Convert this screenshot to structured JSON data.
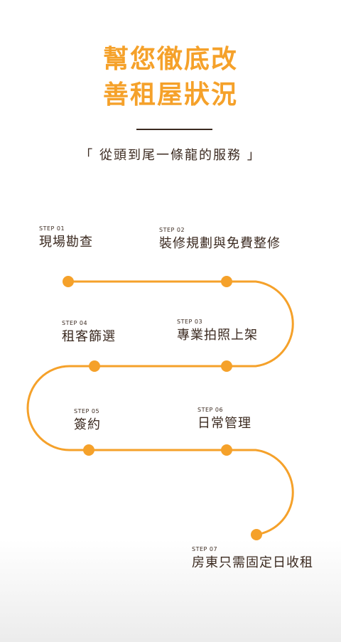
{
  "header": {
    "title_line1": "幫您徹底改",
    "title_line2": "善租屋狀況",
    "subtitle": "「 從頭到尾一條龍的服務 」"
  },
  "colors": {
    "accent": "#f5a12a",
    "text": "#3b2a20"
  },
  "steps": [
    {
      "label": "STEP 01",
      "text": "現場勘查"
    },
    {
      "label": "STEP 02",
      "text": "裝修規劃與免費整修"
    },
    {
      "label": "STEP 03",
      "text": "專業拍照上架"
    },
    {
      "label": "STEP 04",
      "text": "租客篩選"
    },
    {
      "label": "STEP 05",
      "text": "簽約"
    },
    {
      "label": "STEP 06",
      "text": "日常管理"
    },
    {
      "label": "STEP 07",
      "text": "房東只需固定日收租"
    }
  ]
}
